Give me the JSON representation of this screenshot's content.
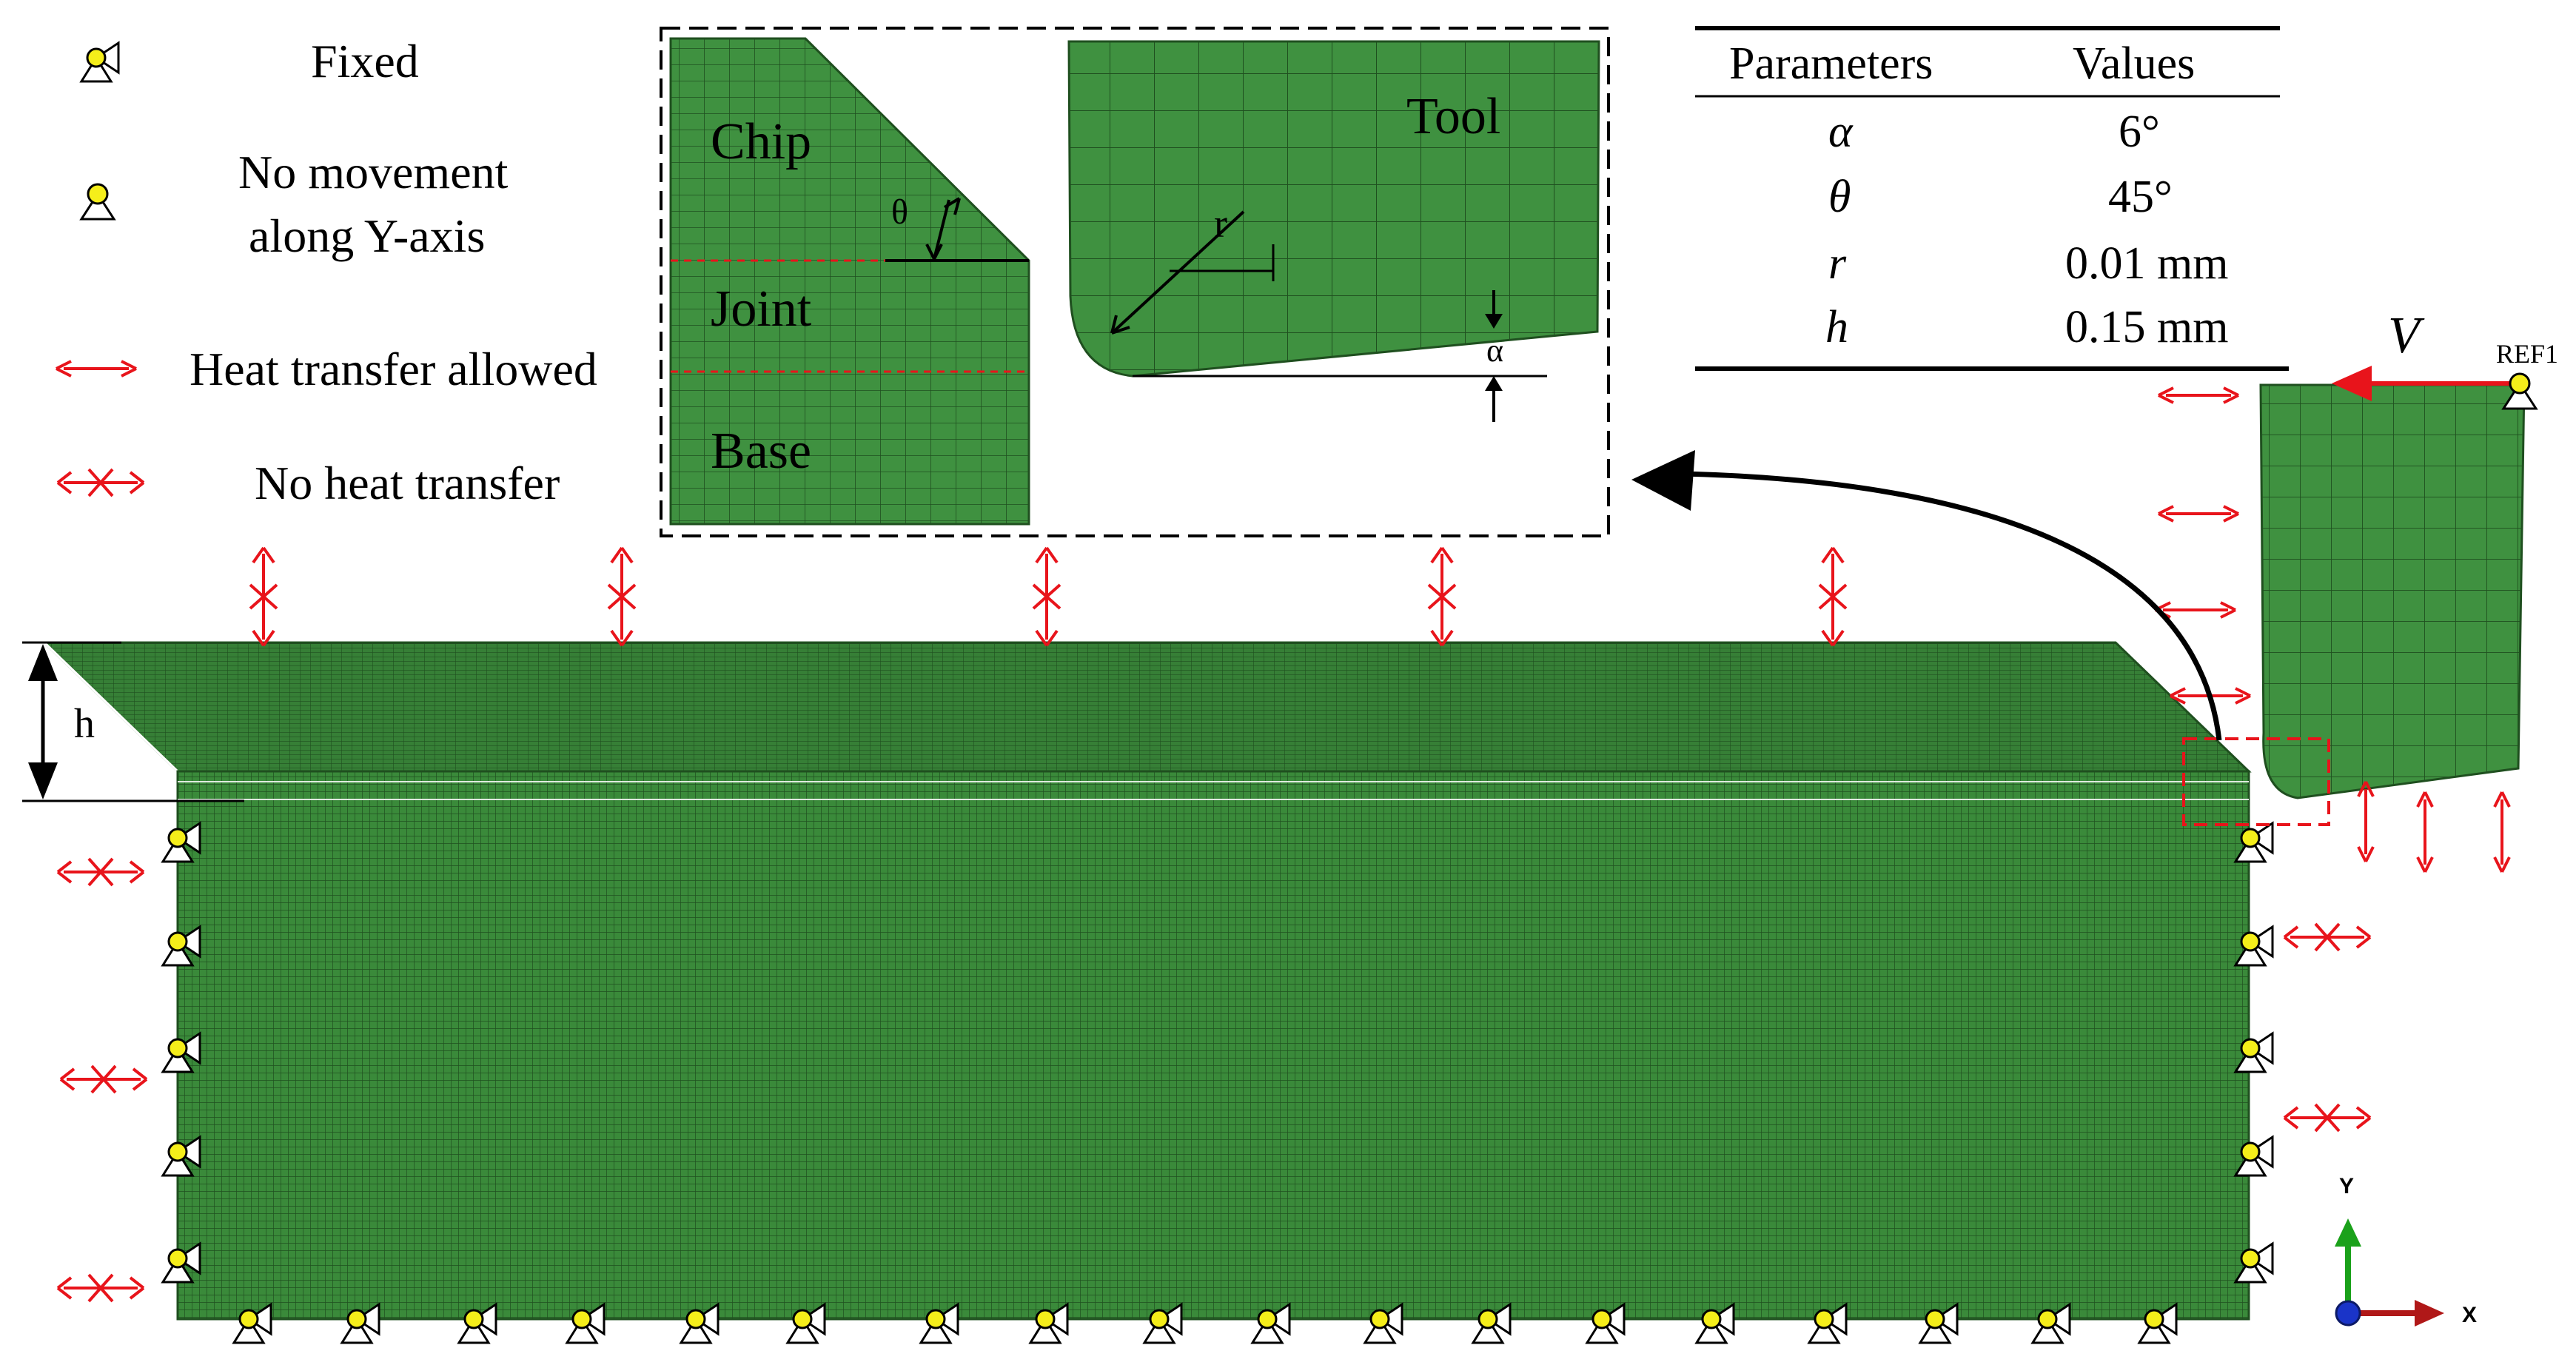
{
  "legend": {
    "fixed": "Fixed",
    "no_move_1": "No movement",
    "no_move_2": "along Y-axis",
    "heat_allowed": "Heat transfer allowed",
    "no_heat": "No heat transfer"
  },
  "inset": {
    "chip": "Chip",
    "joint": "Joint",
    "base": "Base",
    "theta": "θ",
    "tool": "Tool",
    "r": "r",
    "alpha": "α"
  },
  "table": {
    "headers": [
      "Parameters",
      "Values"
    ],
    "rows": [
      {
        "param": "α",
        "value": "6°"
      },
      {
        "param": "θ",
        "value": "45°"
      },
      {
        "param": "r",
        "value": "0.01 mm"
      },
      {
        "param": "h",
        "value": "0.15 mm"
      }
    ]
  },
  "model": {
    "h_label": "h",
    "v_label": "V",
    "ref_label": "REF1"
  },
  "axes": {
    "y": "Y",
    "x": "X"
  },
  "colors": {
    "mesh": "#3a8a3a",
    "mesh_dark": "#2c6a2c",
    "heat_arrow": "#e8141b",
    "node": "#f5ee1a",
    "axis_y": "#1aa11a",
    "axis_x": "#b01818",
    "axis_z": "#1a34c8"
  }
}
